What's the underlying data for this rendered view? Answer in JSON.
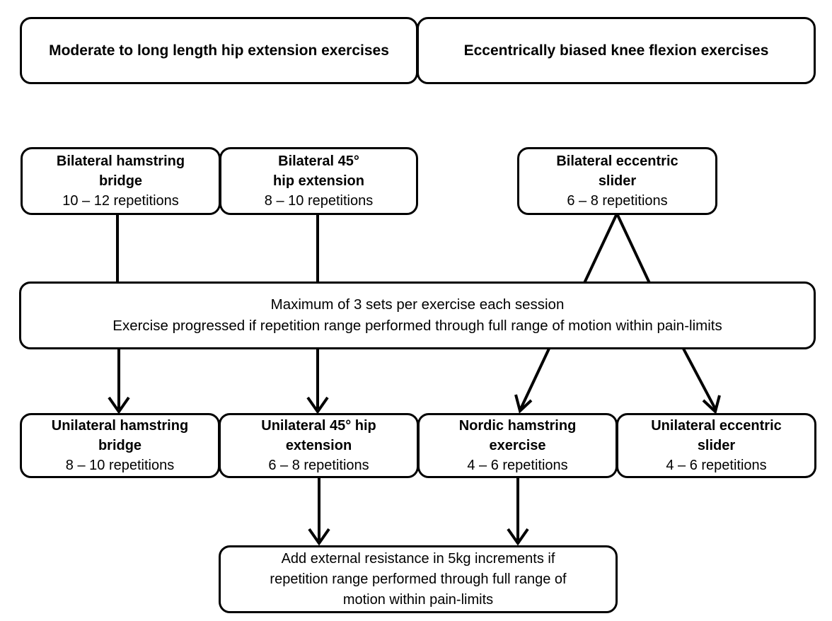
{
  "headers": {
    "hip_extension": "Moderate to long length hip extension exercises",
    "knee_flexion": "Eccentrically biased knee flexion exercises"
  },
  "level1": {
    "bridge": {
      "title_line1": "Bilateral hamstring",
      "title_line2": "bridge",
      "reps": "10 – 12 repetitions"
    },
    "hip45": {
      "title_line1": "Bilateral 45°",
      "title_line2": "hip extension",
      "reps": "8 – 10 repetitions"
    },
    "slider": {
      "title_line1": "Bilateral eccentric",
      "title_line2": "slider",
      "reps": "6 – 8 repetitions"
    }
  },
  "rules": {
    "line1": "Maximum of 3 sets per exercise each session",
    "line2": "Exercise progressed if repetition range performed through full range of motion within pain-limits"
  },
  "level2": {
    "bridge": {
      "title_line1": "Unilateral hamstring",
      "title_line2": "bridge",
      "reps": "8 – 10 repetitions"
    },
    "hip45": {
      "title_line1": "Unilateral 45° hip",
      "title_line2": "extension",
      "reps": "6 – 8 repetitions"
    },
    "nordic": {
      "title_line1": "Nordic hamstring",
      "title_line2": "exercise",
      "reps": "4 – 6 repetitions"
    },
    "slider": {
      "title_line1": "Unilateral eccentric",
      "title_line2": "slider",
      "reps": "4 – 6 repetitions"
    }
  },
  "resistance": {
    "line1": "Add external resistance in 5kg increments if",
    "line2": "repetition range performed through full range of",
    "line3": "motion within pain-limits"
  }
}
